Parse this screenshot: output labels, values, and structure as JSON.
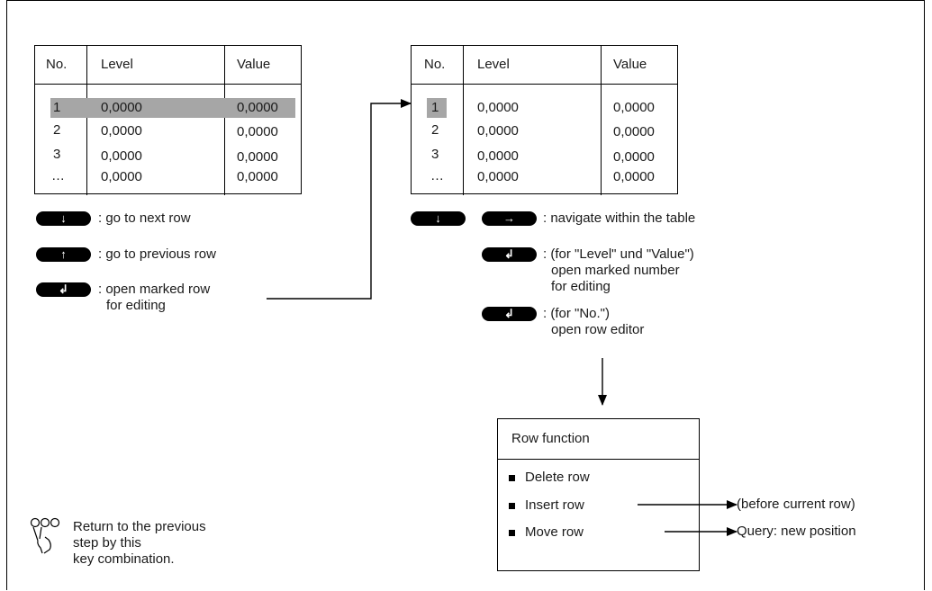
{
  "table_left": {
    "headers": [
      "No.",
      "Level",
      "Value"
    ],
    "rows": [
      [
        "1",
        "0,0000",
        "0,0000"
      ],
      [
        "2",
        "0,0000",
        "0,0000"
      ],
      [
        "3",
        "0,0000",
        "0,0000"
      ],
      [
        "…",
        "0,0000",
        "0,0000"
      ]
    ]
  },
  "table_right": {
    "headers": [
      "No.",
      "Level",
      "Value"
    ],
    "rows": [
      [
        "1",
        "0,0000",
        "0,0000"
      ],
      [
        "2",
        "0,0000",
        "0,0000"
      ],
      [
        "3",
        "0,0000",
        "0,0000"
      ],
      [
        "…",
        "0,0000",
        "0,0000"
      ]
    ]
  },
  "keys": {
    "down": "↓",
    "up": "↑",
    "right": "→",
    "enter": "↲"
  },
  "left_legend": {
    "next_row": ": go to next row",
    "prev_row": ": go to previous row",
    "open_row_1": ": open marked row",
    "open_row_2": "for editing"
  },
  "right_legend": {
    "navigate": ": navigate within the table",
    "level_value_1": ": (for \"Level\" und \"Value\")",
    "level_value_2": "open marked number",
    "level_value_3": "for editing",
    "no_1": ": (for \"No.\")",
    "no_2": "open row editor"
  },
  "row_function": {
    "title": "Row function",
    "items": [
      "Delete row",
      "Insert row",
      "Move row"
    ],
    "insert_result": "(before current row)",
    "move_result": "Query: new position"
  },
  "return_note": [
    "Return to the previous",
    "step by this",
    "key combination."
  ],
  "colors": {
    "highlight": "#a6a6a6",
    "line": "#000000"
  }
}
